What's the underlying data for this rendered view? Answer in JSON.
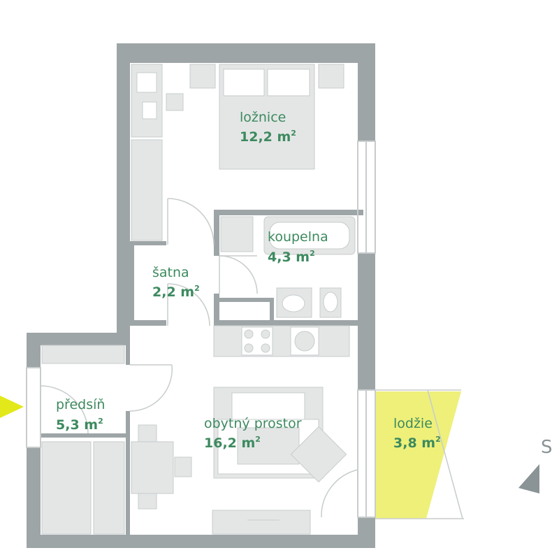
{
  "rooms": [
    {
      "id": "loznice",
      "name": "ložnice",
      "area_value": "12,2 m",
      "area_sup": "2"
    },
    {
      "id": "koupelna",
      "name": "koupelna",
      "area_value": "4,3 m",
      "area_sup": "2"
    },
    {
      "id": "satna",
      "name": "šatna",
      "area_value": "2,2 m",
      "area_sup": "2"
    },
    {
      "id": "predsin",
      "name": "předsíň",
      "area_value": "5,3 m",
      "area_sup": "2"
    },
    {
      "id": "obytny-prostor",
      "name": "obytný prostor",
      "area_value": "16,2 m",
      "area_sup": "2"
    },
    {
      "id": "lodzie",
      "name": "lodžie",
      "area_value": "3,8 m",
      "area_sup": "2"
    }
  ],
  "compass": {
    "label": "S"
  },
  "colors": {
    "wall": "#9ea5a7",
    "furniture": "#e4e6e6",
    "furniture_line": "#c8cccc",
    "label": "#3d8a5f",
    "loggia": "#eef07a",
    "entrance": "#e3e81a",
    "compass": "#8a9396"
  },
  "icons": [
    "entrance-arrow-icon",
    "north-arrow-icon"
  ]
}
